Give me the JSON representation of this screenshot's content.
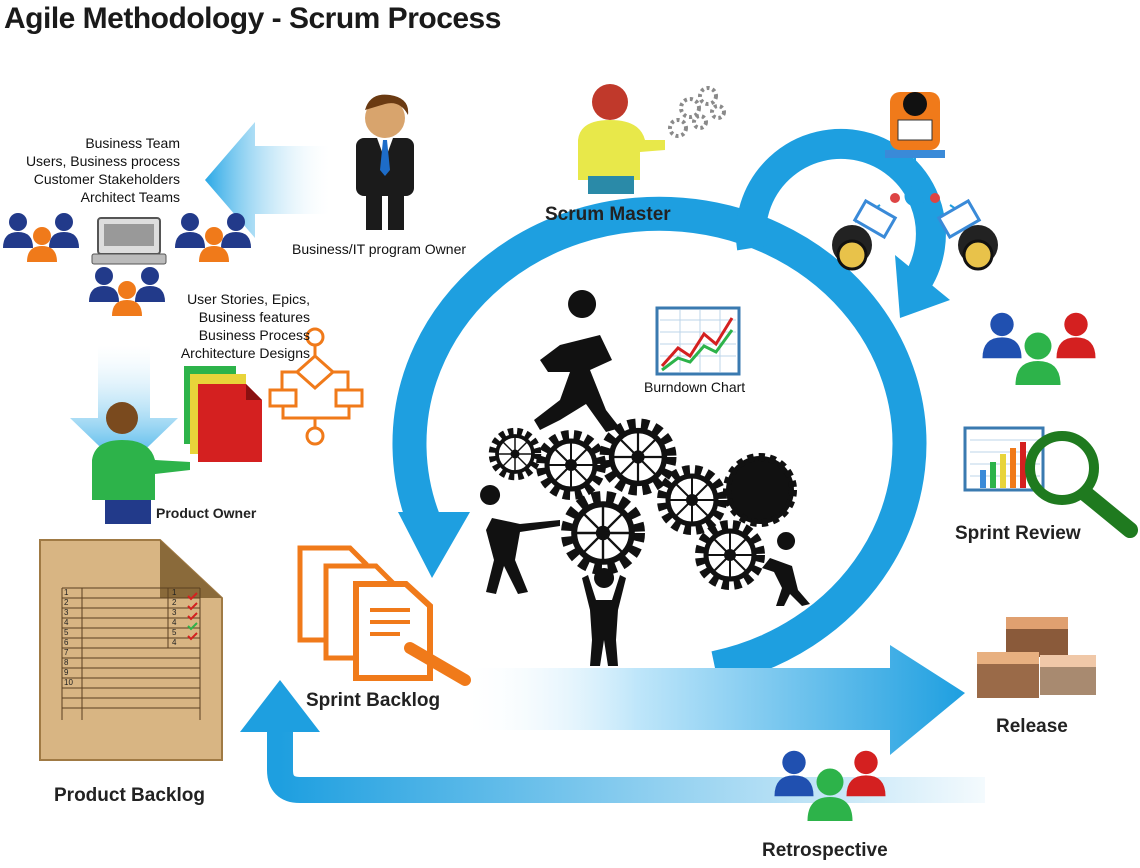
{
  "title": "Agile Methodology - Scrum Process",
  "business_team": {
    "lines": [
      "Business Team",
      "Users,  Business process",
      "Customer Stakeholders",
      "Architect Teams"
    ]
  },
  "business_owner_label": "Business/IT program Owner",
  "user_stories": {
    "lines": [
      "User Stories, Epics,",
      "Business features",
      "Business Process",
      "Architecture Designs"
    ]
  },
  "product_owner_label": "Product Owner",
  "product_backlog": {
    "label": "Product Backlog",
    "row_numbers": [
      "1",
      "2",
      "3",
      "4",
      "5",
      "6",
      "7",
      "8",
      "9",
      "10"
    ],
    "side_numbers": [
      "1",
      "2",
      "3",
      "4",
      "5",
      "4"
    ]
  },
  "scrum_master_label": "Scrum Master",
  "burndown_chart_label": "Burndown Chart",
  "sprint_backlog_label": "Sprint  Backlog",
  "sprint_review_label": "Sprint Review",
  "release_label": "Release",
  "retrospective_label": "Retrospective",
  "colors": {
    "cycle_blue": "#1e9fe0",
    "light_blue": "#8fd3f5",
    "orange": "#f07a1a",
    "green": "#2db34a",
    "red": "#d42020",
    "navy": "#223a8a",
    "dark_green": "#1f7a1f"
  }
}
